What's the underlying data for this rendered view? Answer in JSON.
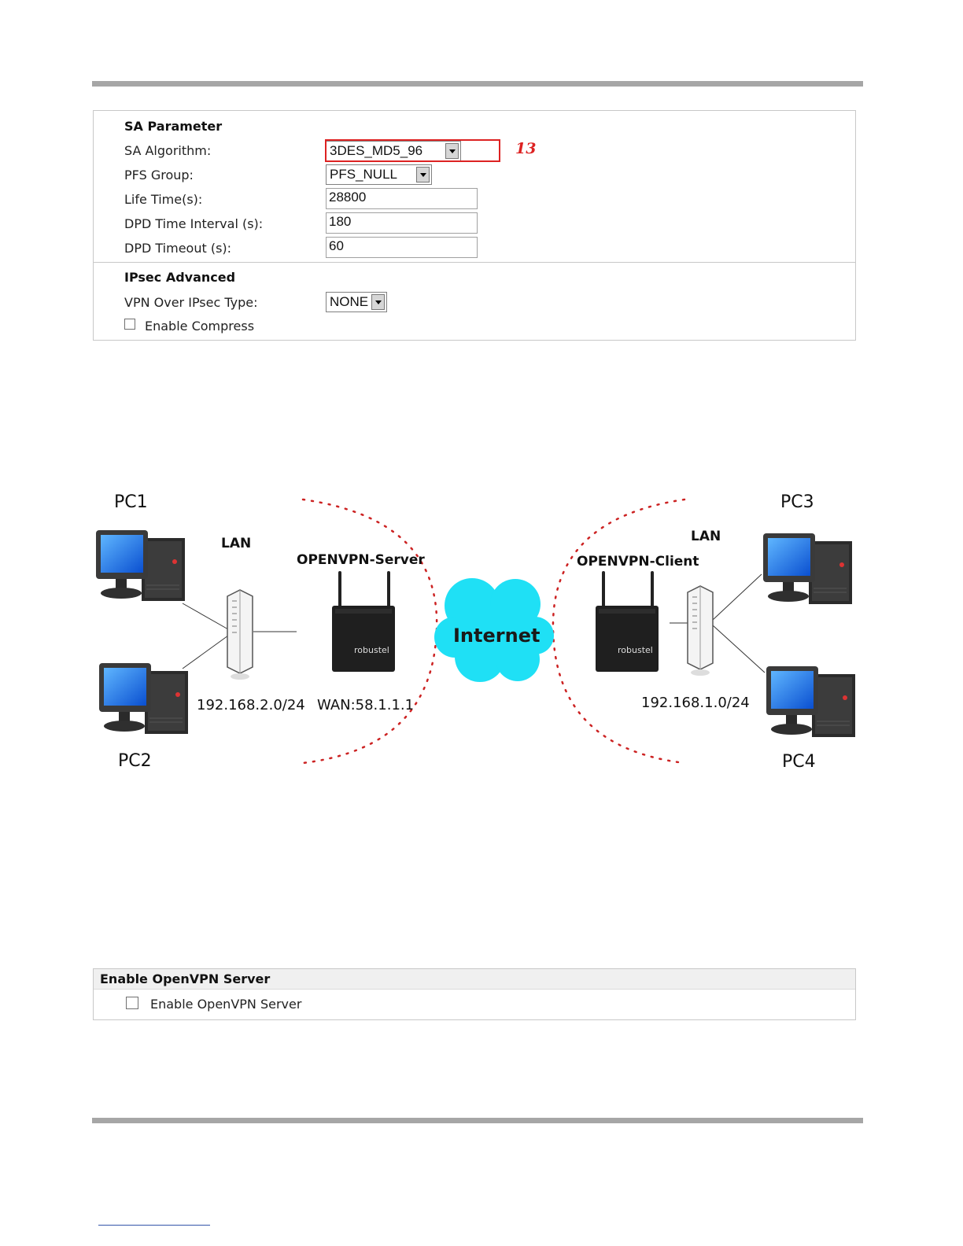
{
  "sa_parameter": {
    "title": "SA Parameter",
    "sa_algorithm_label": "SA Algorithm:",
    "sa_algorithm_value": "3DES_MD5_96",
    "annotation": "13",
    "pfs_group_label": "PFS Group:",
    "pfs_group_value": "PFS_NULL",
    "life_time_label": "Life Time(s):",
    "life_time_value": "28800",
    "dpd_interval_label": "DPD Time Interval (s):",
    "dpd_interval_value": "180",
    "dpd_timeout_label": "DPD Timeout (s):",
    "dpd_timeout_value": "60"
  },
  "ipsec_advanced": {
    "title": "IPsec Advanced",
    "vpn_over_ipsec_label": "VPN Over IPsec Type:",
    "vpn_over_ipsec_value": "NONE",
    "enable_compress_label": "Enable Compress"
  },
  "diagram": {
    "pc1": "PC1",
    "pc2": "PC2",
    "pc3": "PC3",
    "pc4": "PC4",
    "lan_left": "LAN",
    "lan_right": "LAN",
    "server_label": "OPENVPN-Server",
    "client_label": "OPENVPN-Client",
    "internet": "Internet",
    "left_subnet": "192.168.2.0/24",
    "wan": "WAN:58.1.1.1",
    "right_subnet": "192.168.1.0/24",
    "router_brand": "robustel"
  },
  "openvpn": {
    "header": "Enable OpenVPN Server",
    "checkbox_label": "Enable OpenVPN Server"
  },
  "colors": {
    "annotation_red": "#dd2222",
    "cloud_cyan": "#1fe0f5",
    "rule_gray": "#a6a6a6"
  }
}
